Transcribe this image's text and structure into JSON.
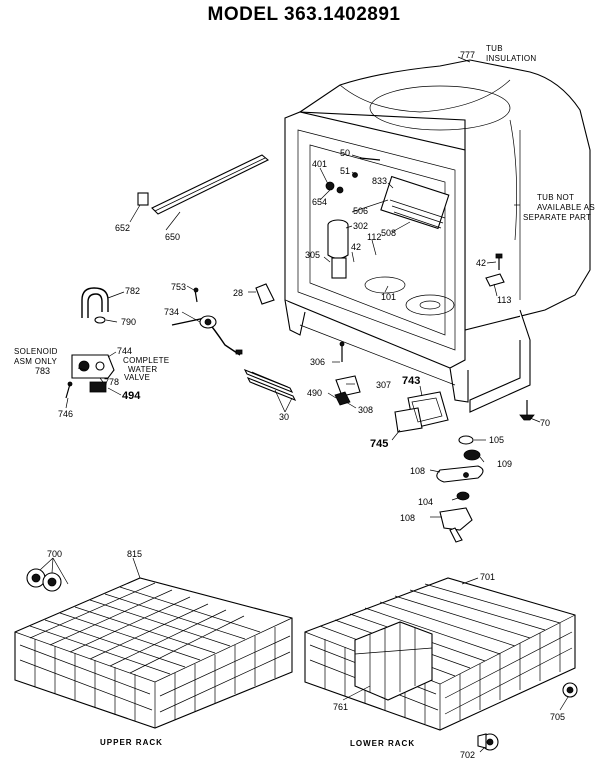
{
  "title": "MODEL 363.1402891",
  "notes": {
    "tub_insulation": [
      "TUB",
      "INSULATION"
    ],
    "tub_not_available": [
      "TUB NOT",
      "AVAILABLE AS",
      "SEPARATE PART"
    ],
    "solenoid": [
      "SOLENOID",
      "ASM ONLY"
    ],
    "complete_water_valve": [
      "COMPLETE",
      "WATER",
      "VALVE"
    ]
  },
  "rack_labels": {
    "upper": "UPPER RACK",
    "lower": "LOWER RACK"
  },
  "callouts": {
    "c777": "777",
    "c50": "50",
    "c51": "51",
    "c401": "401",
    "c833": "833",
    "c654": "654",
    "c506": "506",
    "c302": "302",
    "c508": "508",
    "c42a": "42",
    "c112": "112",
    "c305": "305",
    "c101": "101",
    "c42b": "42",
    "c113": "113",
    "c652": "652",
    "c650": "650",
    "c753": "753",
    "c28": "28",
    "c782": "782",
    "c790": "790",
    "c734": "734",
    "c744": "744",
    "c783": "783",
    "c778": "778",
    "c494": "494",
    "c746": "746",
    "c306": "306",
    "c743": "743",
    "c307": "307",
    "c490": "490",
    "c308": "308",
    "c30": "30",
    "c745": "745",
    "c70": "70",
    "c105": "105",
    "c109": "109",
    "c108a": "108",
    "c104": "104",
    "c108b": "108",
    "c700": "700",
    "c815": "815",
    "c701": "701",
    "c761": "761",
    "c705": "705",
    "c702": "702"
  },
  "colors": {
    "ink": "#000000",
    "paper": "#ffffff"
  }
}
